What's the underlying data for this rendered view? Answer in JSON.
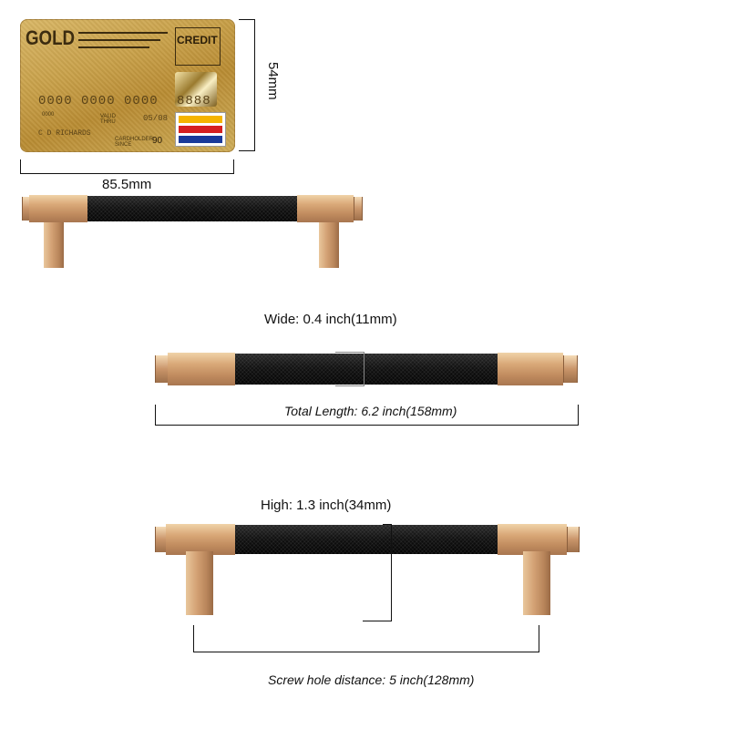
{
  "card": {
    "brand": "GOLD",
    "type_label": "CREDIT",
    "number": "0000 0000 0000",
    "number_hologram": "8888",
    "small_code": "0000",
    "valid_thru_label": "VALID THRU",
    "valid_thru_value": "05/08",
    "holder_name": "C D RICHARDS",
    "holder_since_label": "CARDHOLDER SINCE",
    "holder_since_value": "90",
    "flag_colors": [
      "#f5b400",
      "#d62020",
      "#1a3a9a"
    ]
  },
  "dimensions": {
    "card_width": "85.5mm",
    "card_height": "54mm",
    "wide": "Wide: 0.4 inch(11mm)",
    "total_length": "Total Length: 6.2 inch(158mm)",
    "high": "High: 1.3 inch(34mm)",
    "screw_hole": "Screw hole distance: 5 inch(128mm)"
  }
}
